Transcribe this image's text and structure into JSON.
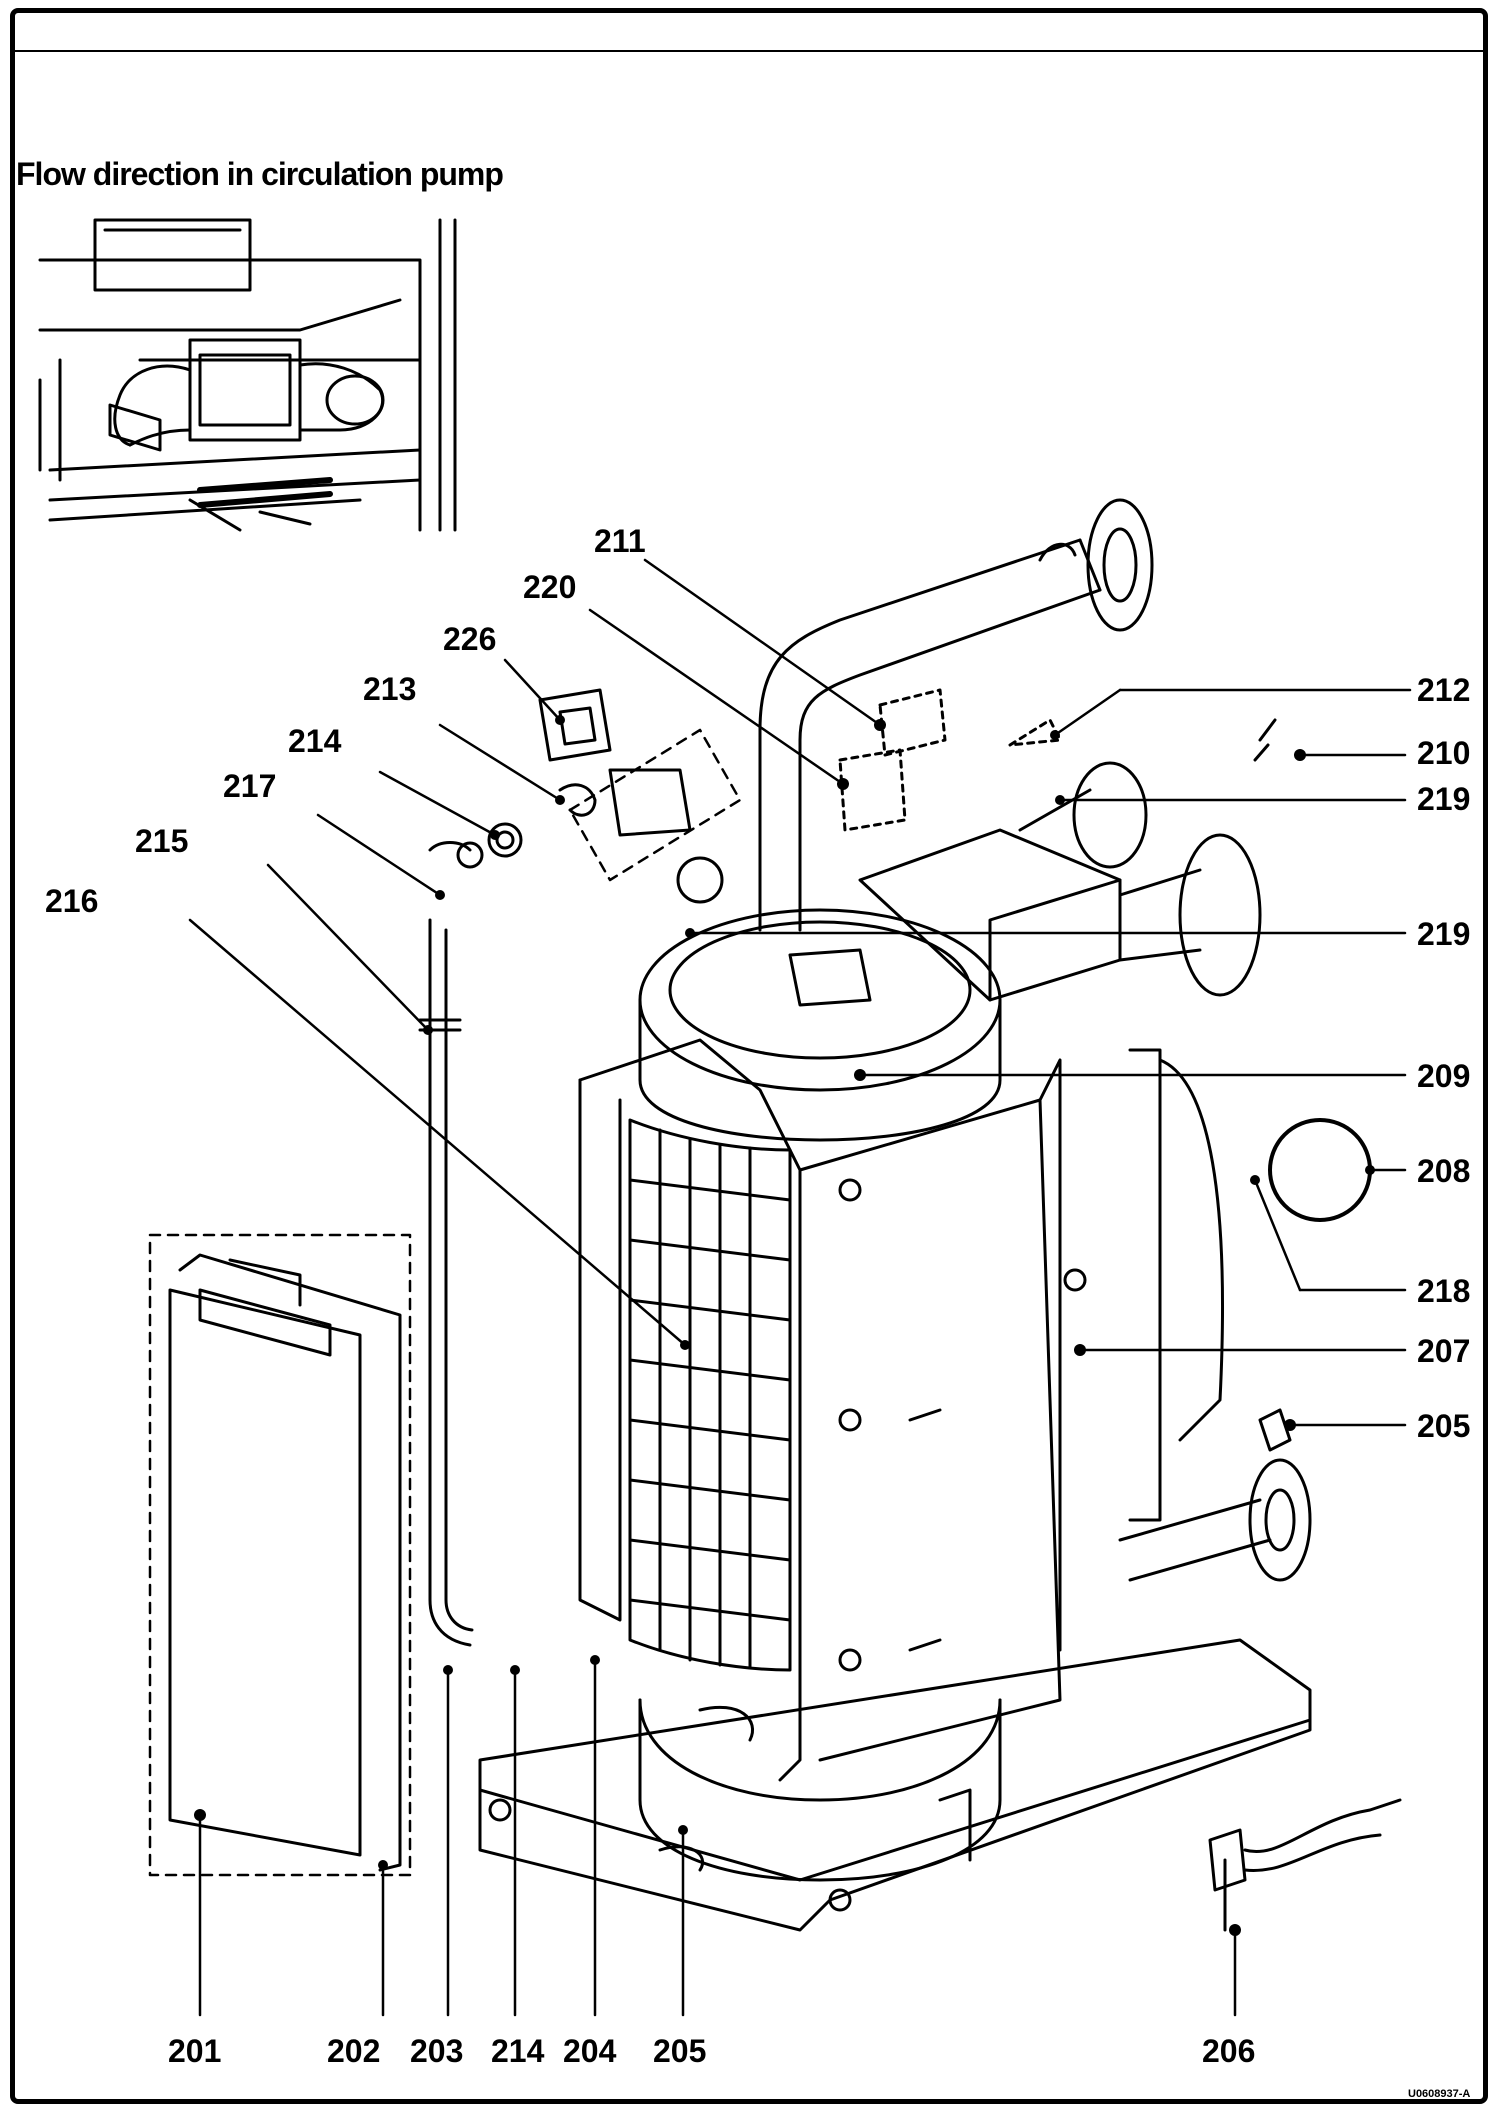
{
  "inset": {
    "title": "Flow direction in circulation pump"
  },
  "document_id": "U0608937-A",
  "callouts": [
    "211",
    "220",
    "226",
    "213",
    "214",
    "217",
    "215",
    "216",
    "212",
    "210",
    "219",
    "219",
    "209",
    "208",
    "218",
    "207",
    "205",
    "201",
    "202",
    "203",
    "214",
    "204",
    "205",
    "206"
  ]
}
